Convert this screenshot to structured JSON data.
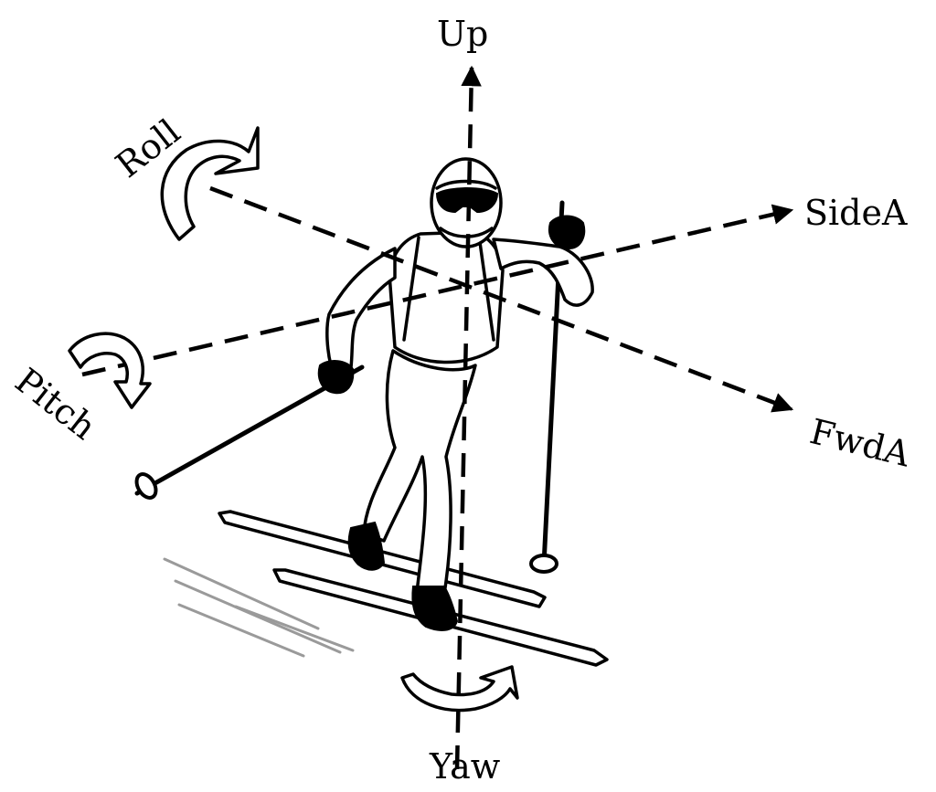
{
  "labels": {
    "up": "Up",
    "yaw": "Yaw",
    "roll": "Roll",
    "pitch": "Pitch",
    "side": "SideA",
    "forward": "FwdA"
  },
  "colors": {
    "ink": "#000000",
    "speed_lines": "#9a9a9a",
    "background": "#ffffff"
  }
}
